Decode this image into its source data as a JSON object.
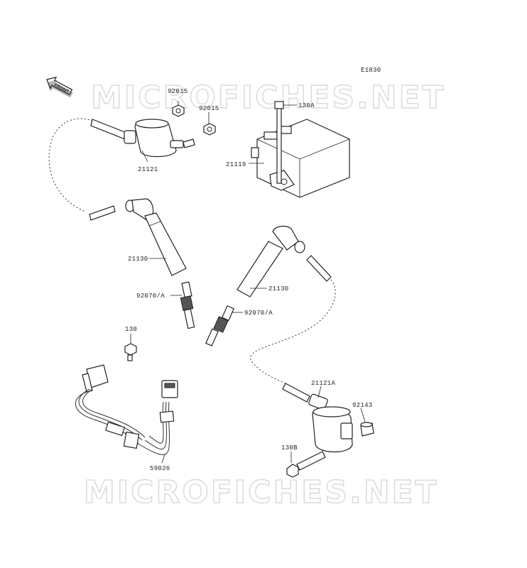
{
  "diagram": {
    "code": "E1830",
    "front_label": "FRONT",
    "watermark_top": "MICROFICHES.NET",
    "watermark_bottom": "MICROFICHES.NET",
    "labels": {
      "p92015_a": "92015",
      "p92015_b": "92015",
      "p130A": "130A",
      "p21121": "21121",
      "p21119": "21119",
      "p21130_left": "21130",
      "p21130_right": "21130",
      "p92070A_left": "92070/A",
      "p92070A_right": "92070/A",
      "p130": "130",
      "p21121A": "21121A",
      "p92143": "92143",
      "p130B": "130B",
      "p59026": "59026"
    }
  }
}
